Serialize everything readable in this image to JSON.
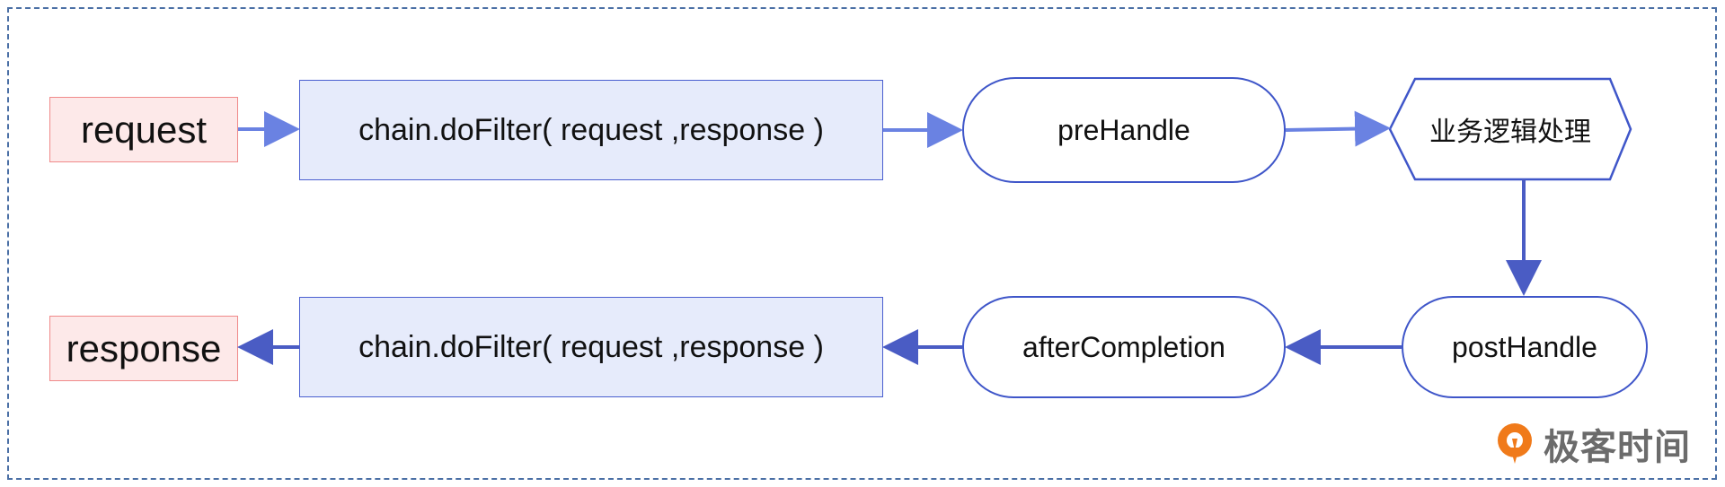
{
  "nodes": {
    "request": "request",
    "response": "response",
    "filter_top": "chain.doFilter( request ,response )",
    "filter_bottom": "chain.doFilter( request ,response )",
    "pre_handle": "preHandle",
    "business_logic": "业务逻辑处理",
    "post_handle": "postHandle",
    "after_completion": "afterCompletion"
  },
  "brand": {
    "text": "极客时间",
    "icon": "geektime-logo-icon"
  },
  "colors": {
    "arrow_top": "#6a82e2",
    "arrow_bottom": "#4a5cc4",
    "io_fill": "#fde9e9",
    "io_border": "#f08a8a",
    "rect_fill": "#e6ebfb",
    "accent": "#3f56c9",
    "frame": "#4a6fa5",
    "brand_orange": "#f07a1a"
  }
}
